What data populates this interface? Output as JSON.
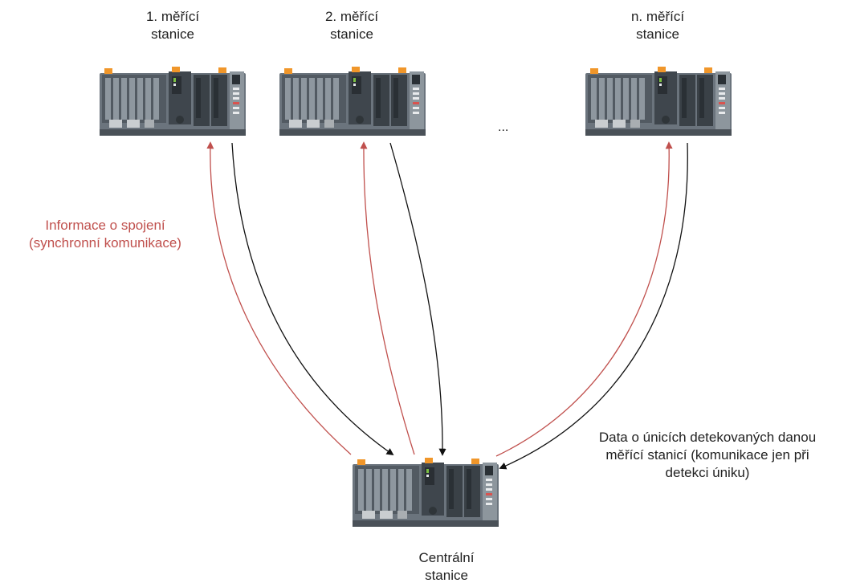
{
  "colors": {
    "background": "#ffffff",
    "sync_arrow": "#c0504d",
    "data_arrow": "#111111",
    "module_body": "#5a636c",
    "module_connector": "#f0962a"
  },
  "stations": {
    "station_1": {
      "line1": "1. měřící",
      "line2": "stanice"
    },
    "station_2": {
      "line1": "2. měřící",
      "line2": "stanice"
    },
    "station_n": {
      "line1": "n. měřící",
      "line2": "stanice"
    },
    "central": {
      "line1": "Centrální",
      "line2": "stanice"
    }
  },
  "ellipsis": "...",
  "legend": {
    "sync": {
      "line1": "Informace o spojení",
      "line2": "(synchronní komunikace)"
    },
    "data": {
      "line1": "Data o únicích detekovaných danou",
      "line2": "měřící stanicí (komunikace jen při",
      "line3": "detekci úniku)"
    }
  },
  "icons": {
    "station": "plc-icon",
    "sync_arrow": "arrow-up-icon",
    "data_arrow": "arrow-down-icon"
  }
}
